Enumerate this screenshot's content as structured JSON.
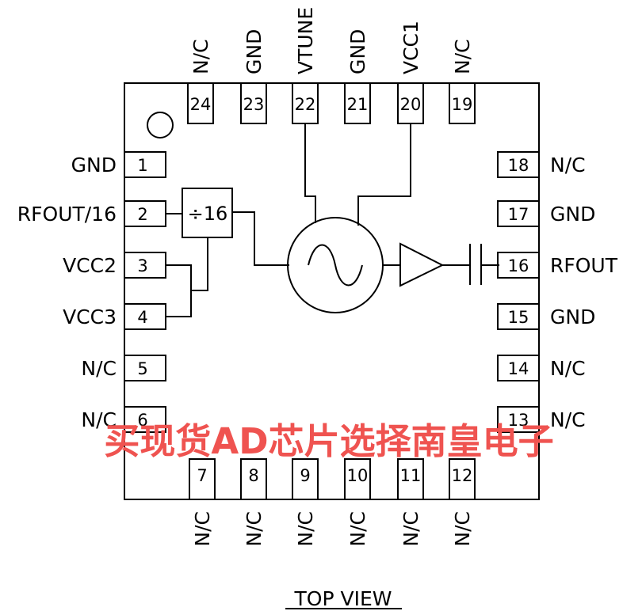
{
  "title": "TOP VIEW",
  "divider_label": "÷16",
  "watermark": "买现货AD芯片选择南皇电子",
  "pins": [
    {
      "num": "1",
      "label": "GND"
    },
    {
      "num": "2",
      "label": "RFOUT/16"
    },
    {
      "num": "3",
      "label": "VCC2"
    },
    {
      "num": "4",
      "label": "VCC3"
    },
    {
      "num": "5",
      "label": "N/C"
    },
    {
      "num": "6",
      "label": "N/C"
    },
    {
      "num": "7",
      "label": "N/C"
    },
    {
      "num": "8",
      "label": "N/C"
    },
    {
      "num": "9",
      "label": "N/C"
    },
    {
      "num": "10",
      "label": "N/C"
    },
    {
      "num": "11",
      "label": "N/C"
    },
    {
      "num": "12",
      "label": "N/C"
    },
    {
      "num": "13",
      "label": "N/C"
    },
    {
      "num": "14",
      "label": "N/C"
    },
    {
      "num": "15",
      "label": "GND"
    },
    {
      "num": "16",
      "label": "RFOUT"
    },
    {
      "num": "17",
      "label": "GND"
    },
    {
      "num": "18",
      "label": "N/C"
    },
    {
      "num": "19",
      "label": "N/C"
    },
    {
      "num": "20",
      "label": "VCC1"
    },
    {
      "num": "21",
      "label": "GND"
    },
    {
      "num": "22",
      "label": "VTUNE"
    },
    {
      "num": "23",
      "label": "GND"
    },
    {
      "num": "24",
      "label": "N/C"
    }
  ],
  "colors": {
    "line": "#000000",
    "watermark": "#ef5350"
  }
}
